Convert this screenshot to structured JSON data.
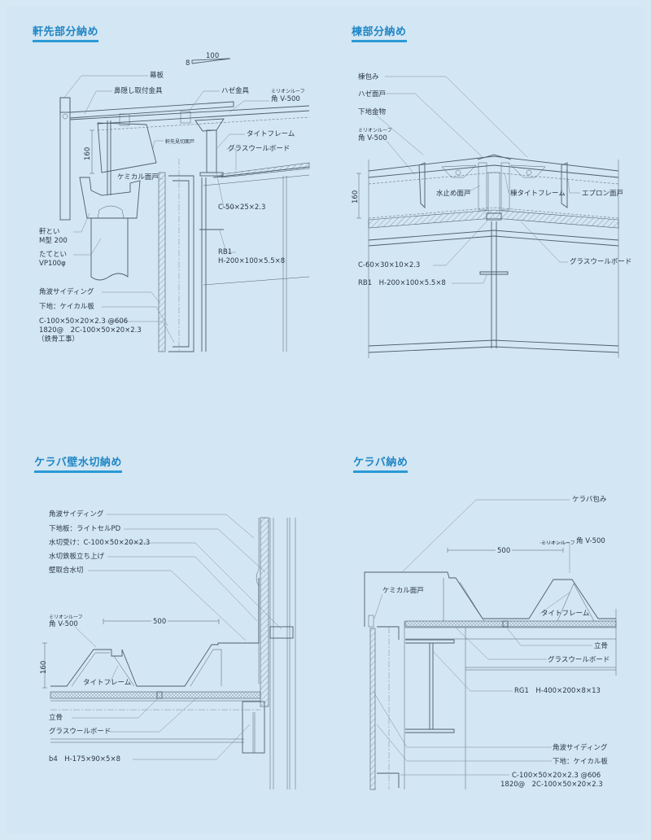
{
  "colors": {
    "background": "#d3e6f3",
    "title": "#1f86c6",
    "line": "#4e5e6c"
  },
  "eaves": {
    "title": "軒先部分納め",
    "slope_run": "100",
    "slope_rise": "8",
    "fascia": "幕板",
    "fascia_bracket": "鼻隠し取付金具",
    "seam_clip": "ハゼ金具",
    "roof_brand": "ミリオンルーフ",
    "roof_model": "角 V-500",
    "eave_closure": "軒先見切面戸",
    "tight_frame": "タイトフレーム",
    "glass_wool": "グラスウールボード",
    "chemical_closure": "ケミカル面戸",
    "dim_160": "160",
    "purlin": "C-50×25×2.3",
    "beam_name": "RB1",
    "beam_size": "H-200×100×5.5×8",
    "gutter": "軒とい",
    "gutter_size": "M型 200",
    "downpipe": "たてとい",
    "downpipe_size": "VP100φ",
    "siding": "角波サイディング",
    "substrate": "下地：ケイカル板",
    "stud_1": "C-100×50×20×2.3 @606",
    "stud_2": "1820@　2C-100×50×20×2.3",
    "stud_note": "（鉄骨工事）"
  },
  "ridge": {
    "title": "棟部分納め",
    "ridge_cap": "棟包み",
    "seam_closure": "ハゼ面戸",
    "base_hardware": "下地金物",
    "roof_brand": "ミリオンルーフ",
    "roof_model": "角 V-500",
    "dim_160": "160",
    "water_stop": "水止め面戸",
    "ridge_tight_frame": "棟タイトフレーム",
    "apron_closure": "エプロン面戸",
    "purlin": "C-60×30×10×2.3",
    "glass_wool": "グラスウールボード",
    "beam": "RB1　H-200×100×5.5×8"
  },
  "verge_wall": {
    "title": "ケラバ壁水切納め",
    "siding": "角波サイディング",
    "substrate": "下地板：ライトセルPD",
    "flashing_support": "水切受け：C-100×50×20×2.3",
    "flashing_upstand": "水切鉄板立ち上げ",
    "wall_flashing": "壁取合水切",
    "roof_brand": "ミリオンルーフ",
    "roof_model": "角 V-500",
    "dim_500": "500",
    "dim_160": "160",
    "tight_frame": "タイトフレーム",
    "stud": "立骨",
    "glass_wool": "グラスウールボード",
    "beam": "b4　H-175×90×5×8"
  },
  "verge": {
    "title": "ケラバ納め",
    "verge_cap": "ケラバ包み",
    "roof_brand": "ミリオンルーフ",
    "roof_model": "角 V-500",
    "dim_500": "500",
    "chemical_closure": "ケミカル面戸",
    "tight_frame": "タイトフレーム",
    "stud": "立骨",
    "glass_wool": "グラスウールボード",
    "girder": "RG1　H-400×200×8×13",
    "siding": "角波サイディング",
    "substrate": "下地：ケイカル板",
    "stud_1": "C-100×50×20×2.3 @606",
    "stud_2": "1820@　2C-100×50×20×2.3"
  }
}
